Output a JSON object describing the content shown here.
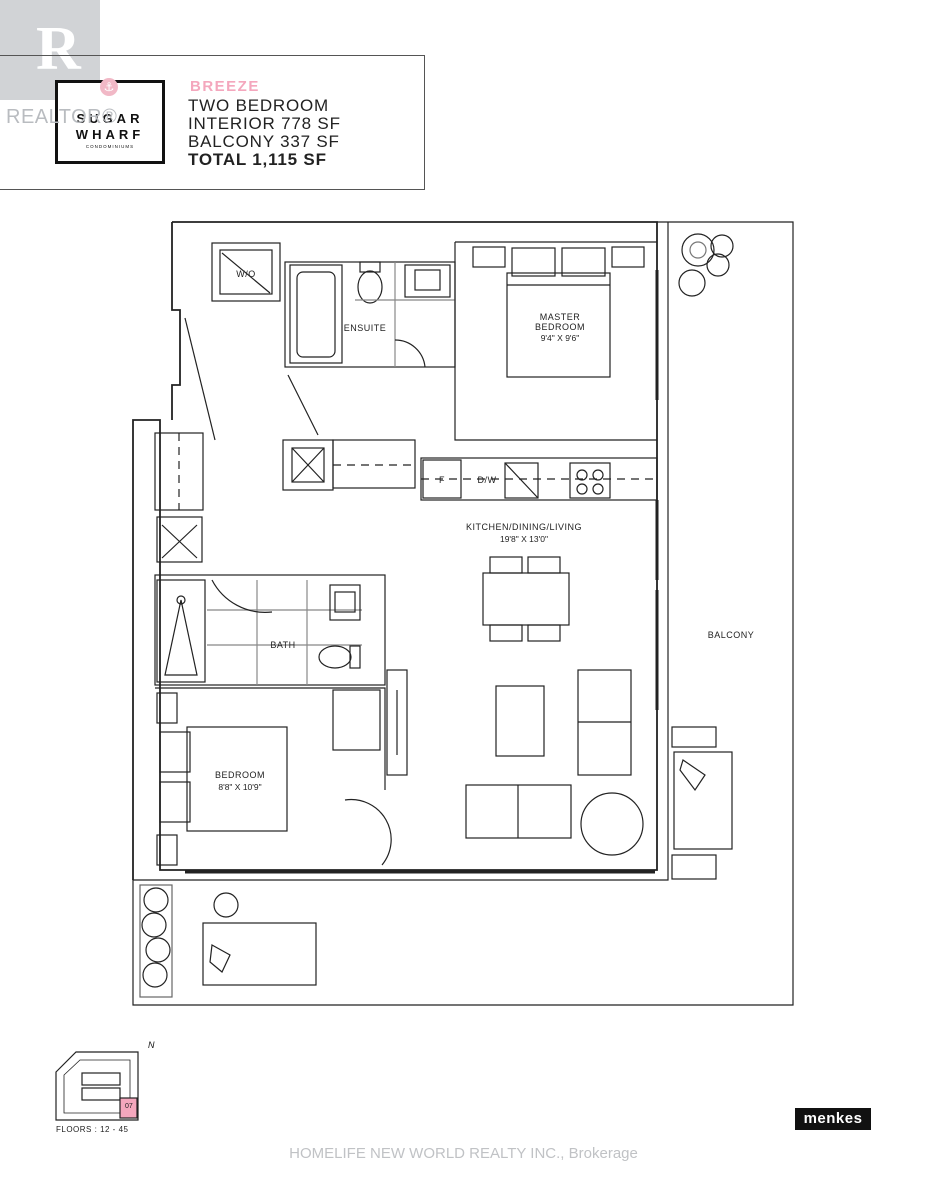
{
  "header": {
    "logo": {
      "line1": "SUGAR",
      "line2": "WHARF",
      "line3": "CONDOMINIUMS"
    },
    "unit_name": "BREEZE",
    "unit_type": "TWO BEDROOM",
    "interior": "INTERIOR 778 SF",
    "balcony": "BALCONY 337 SF",
    "total": "TOTAL 1,115 SF"
  },
  "watermarks": {
    "realtor": "REALTOR®",
    "brokerage": "HOMELIFE NEW WORLD REALTY INC., Brokerage"
  },
  "rooms": {
    "wo": "W/O",
    "ensuite": "ENSUITE",
    "master_bedroom": {
      "name_line1": "MASTER",
      "name_line2": "BEDROOM",
      "dims": "9'4\" X 9'6\""
    },
    "fridge": "F",
    "dishwasher": "D/W",
    "kitchen": {
      "name": "KITCHEN/DINING/LIVING",
      "dims": "19'8\" X 13'0\""
    },
    "bath": "BATH",
    "balcony": "BALCONY",
    "bedroom": {
      "name": "BEDROOM",
      "dims": "8'8\" X 10'9\""
    }
  },
  "keyplan": {
    "floors": "FLOORS : 12 - 45",
    "unit_no": "07",
    "north": "N"
  },
  "brand": "menkes",
  "colors": {
    "accent_pink": "#f4a7bd",
    "line": "#222222"
  }
}
